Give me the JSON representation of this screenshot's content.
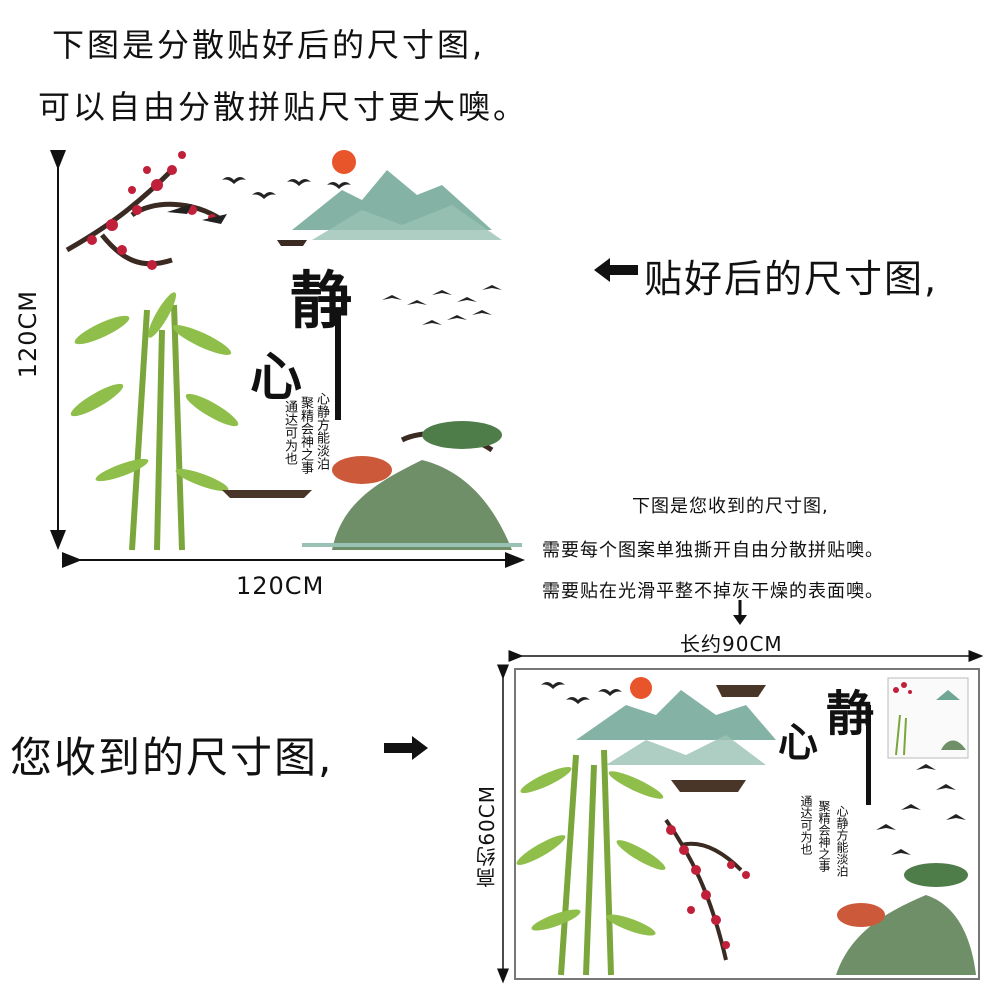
{
  "header": {
    "line1": "下图是分散贴好后的尺寸图,",
    "line2": "可以自由分散拼贴尺寸更大噢。"
  },
  "top_figure": {
    "height_label": "120CM",
    "width_label": "120CM",
    "callout": "贴好后的尺寸图,",
    "calligraphy_big1": "静",
    "calligraphy_big2": "心",
    "poem_col1": "心静方能淡泊",
    "poem_col2": "聚精会神之事",
    "poem_col3": "通达可为也"
  },
  "notes": {
    "line1": "下图是您收到的尺寸图,",
    "line2": "需要每个图案单独撕开自由分散拼贴噢。",
    "line3": "需要贴在光滑平整不掉灰干燥的表面噢。"
  },
  "bottom_figure": {
    "width_label": "长约90CM",
    "height_label": "高约60CM",
    "callout": "您收到的尺寸图,",
    "calligraphy_big1": "静",
    "calligraphy_big2": "心",
    "poem_col1": "心静方能淡泊",
    "poem_col2": "聚精会神之事",
    "poem_col3": "通达可为也"
  },
  "colors": {
    "plum": "#c0203a",
    "bamboo": "#7aa63c",
    "mountain": "#5f9a86",
    "sun": "#e8552a",
    "ink": "#111111"
  }
}
